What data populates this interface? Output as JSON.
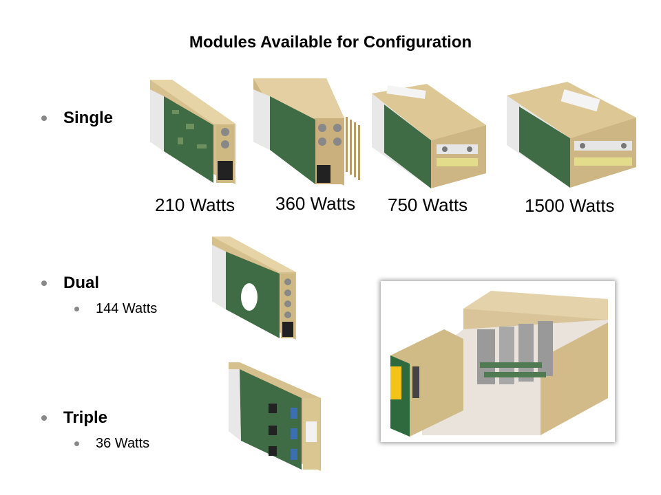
{
  "title": "Modules Available for Configuration",
  "bullets": {
    "single": "Single",
    "dual": "Dual",
    "dual_watts": "144 Watts",
    "triple": "Triple",
    "triple_watts": "36 Watts"
  },
  "single_modules": {
    "w210": "210 Watts",
    "w360": "360 Watts",
    "w750": "750 Watts",
    "w1500": "1500 Watts"
  },
  "colors": {
    "bullet": "#888888",
    "pcb": "#3f6b45",
    "chassis": "#d6c08e"
  }
}
